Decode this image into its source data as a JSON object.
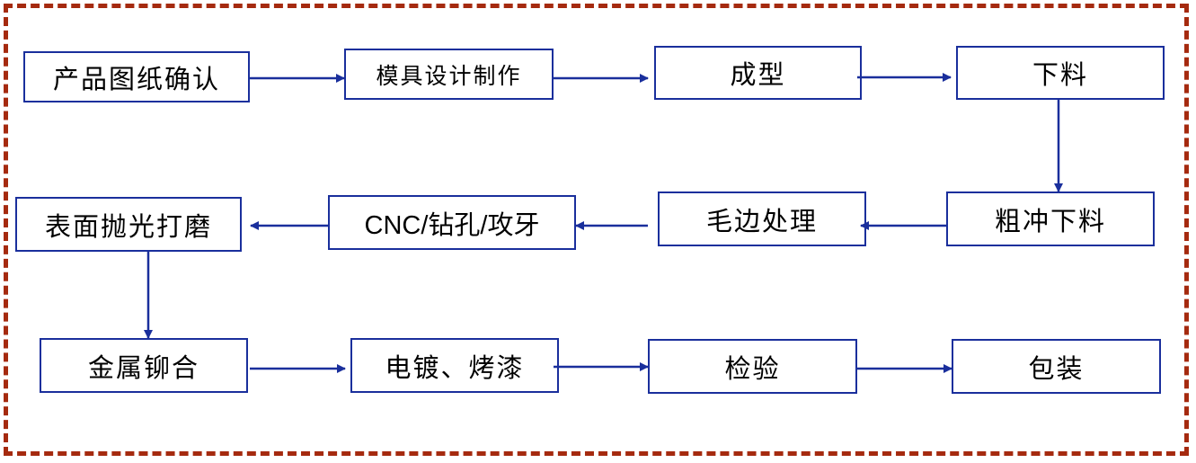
{
  "colors": {
    "border": "#a52a0f",
    "box": "#1a2f9c",
    "arrow": "#1a2f9c"
  },
  "steps": {
    "s1": "产品图纸确认",
    "s2": "模具设计制作",
    "s3": "成型",
    "s4": "下料",
    "s5": "粗冲下料",
    "s6": "毛边处理",
    "s7": "CNC/钻孔/攻牙",
    "s8": "表面抛光打磨",
    "s9": "金属铆合",
    "s10": "电镀、烤漆",
    "s11": "检验",
    "s12": "包装"
  }
}
